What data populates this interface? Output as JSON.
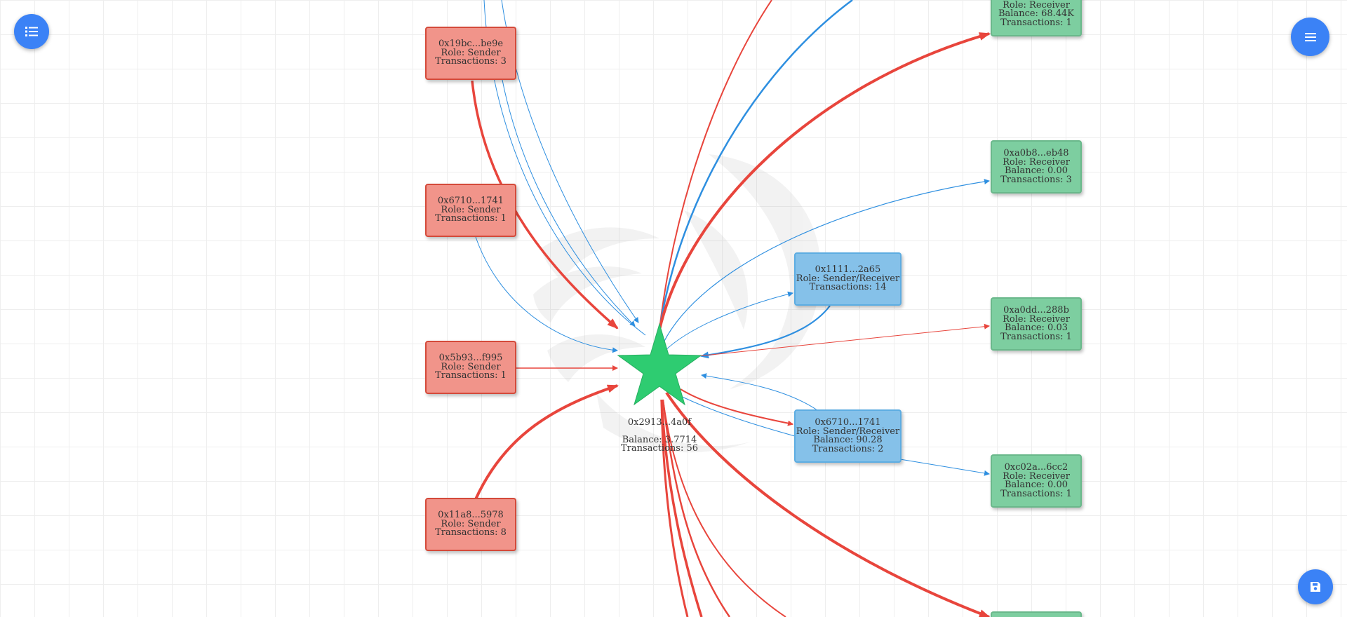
{
  "graph": {
    "center": {
      "address": "0x2913...4a0f",
      "balance": "Balance: 3.7714",
      "transactions": "Transactions: 56",
      "color": "#2ecc71"
    },
    "senders": [
      {
        "id": "s1",
        "address": "0x19bc...be9e",
        "role": "Role: Sender",
        "transactions": "Transactions: 3"
      },
      {
        "id": "s2",
        "address": "0x6710...1741",
        "role": "Role: Sender",
        "transactions": "Transactions: 1"
      },
      {
        "id": "s3",
        "address": "0x5b93...f995",
        "role": "Role: Sender",
        "transactions": "Transactions: 1"
      },
      {
        "id": "s4",
        "address": "0x11a8...5978",
        "role": "Role: Sender",
        "transactions": "Transactions: 8"
      }
    ],
    "sender_receivers": [
      {
        "id": "b1",
        "address": "0x1111...2a65",
        "role": "Role: Sender/Receiver",
        "transactions": "Transactions: 14"
      },
      {
        "id": "b2",
        "address": "0x6710...1741",
        "role": "Role: Sender/Receiver",
        "balance": "Balance: 90.28",
        "transactions": "Transactions: 2"
      }
    ],
    "receivers": [
      {
        "id": "r0",
        "role": "Role: Receiver",
        "balance": "Balance: 68.44K",
        "transactions": "Transactions: 1"
      },
      {
        "id": "r1",
        "address": "0xa0b8...eb48",
        "role": "Role: Receiver",
        "balance": "Balance: 0.00",
        "transactions": "Transactions: 3"
      },
      {
        "id": "r2",
        "address": "0xa0dd...288b",
        "role": "Role: Receiver",
        "balance": "Balance: 0.03",
        "transactions": "Transactions: 1"
      },
      {
        "id": "r3",
        "address": "0xc02a...6cc2",
        "role": "Role: Receiver",
        "balance": "Balance: 0.00",
        "transactions": "Transactions: 1"
      }
    ],
    "colors": {
      "sender_fill": "#f1948a",
      "receiver_fill": "#7dcea0",
      "sender_receiver_fill": "#85c1e9",
      "red_edge": "#e8453c",
      "blue_edge": "#2e8fe0",
      "button": "#3b82f6"
    }
  },
  "controls": {
    "left_menu_icon": "list-icon",
    "right_menu_icon": "hamburger-icon",
    "save_icon": "floppy-disk-icon"
  }
}
